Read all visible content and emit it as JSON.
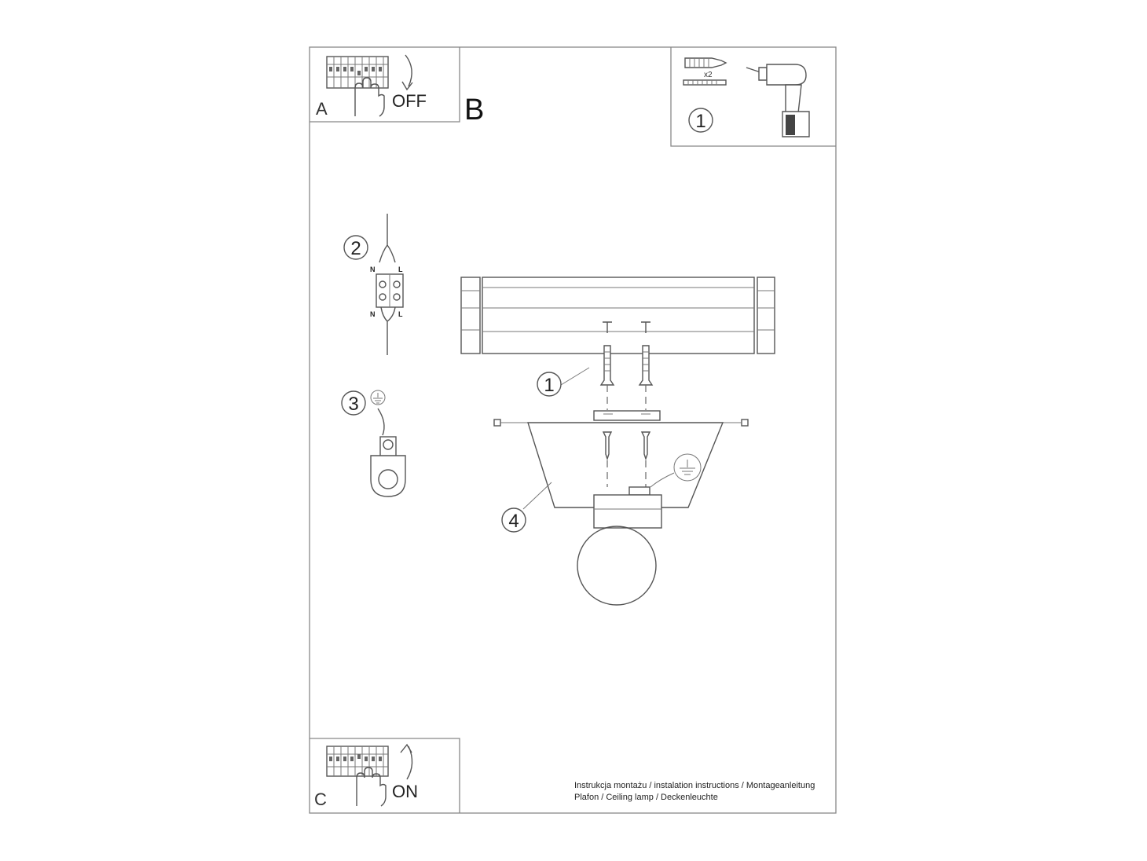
{
  "panels": {
    "step_a": {
      "letter": "A",
      "caption": "OFF"
    },
    "step_b": {
      "letter": "B"
    },
    "step_c": {
      "letter": "C",
      "caption": "ON"
    }
  },
  "kit": {
    "callout": "1",
    "quantity": "x2"
  },
  "callouts": {
    "wiring": "2",
    "dowel": "1",
    "ground": "3",
    "lamp": "4"
  },
  "terminal": {
    "left_top": "N",
    "right_top": "L",
    "left_bottom": "N",
    "right_bottom": "L"
  },
  "footer": {
    "line1": "Instrukcja montażu / instalation instructions / Montageanleitung",
    "line2": "Plafon / Ceiling lamp / Deckenleuchte"
  }
}
